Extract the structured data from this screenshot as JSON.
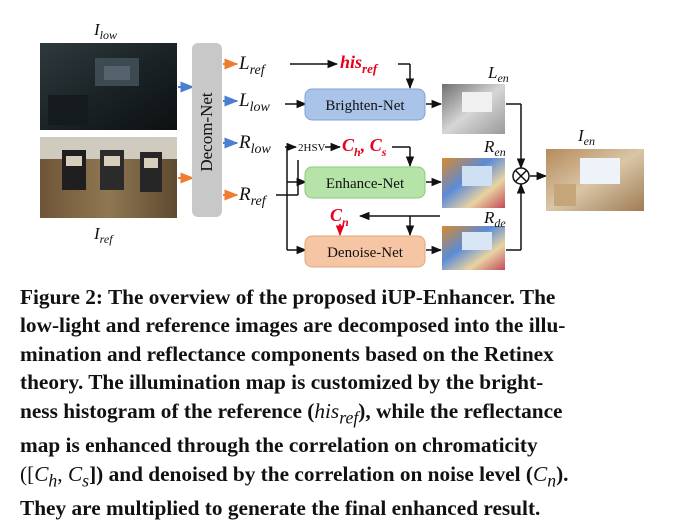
{
  "figure": {
    "inputs": {
      "low_label_main": "I",
      "low_label_sub": "low",
      "ref_label_main": "I",
      "ref_label_sub": "ref"
    },
    "decom_net": {
      "label": "Decom-Net"
    },
    "components": {
      "l_ref": {
        "main": "L",
        "sub": "ref"
      },
      "l_low": {
        "main": "L",
        "sub": "low"
      },
      "r_low": {
        "main": "R",
        "sub": "low"
      },
      "r_ref": {
        "main": "R",
        "sub": "ref"
      }
    },
    "conversion": "2HSV",
    "his_ref": {
      "main": "his",
      "sub": "ref"
    },
    "chroma": {
      "c1": "C",
      "s1": "h",
      "c2": "C",
      "s2": "s"
    },
    "noise": {
      "main": "C",
      "sub": "n"
    },
    "modules": {
      "brighten": "Brighten-Net",
      "enhance": "Enhance-Net",
      "denoise": "Denoise-Net"
    },
    "outputs": {
      "l_en": {
        "main": "L",
        "sub": "en"
      },
      "r_en": {
        "main": "R",
        "sub": "en"
      },
      "r_de": {
        "main": "R",
        "sub": "de"
      },
      "i_en": {
        "main": "I",
        "sub": "en"
      }
    },
    "multiply_symbol": "⊗",
    "colors": {
      "brighten": "#a9c4e8",
      "enhance": "#b5e3a8",
      "denoise": "#f6c6a4",
      "decom": "#c8c8c8",
      "highlight": "#e8001c",
      "arrow_orange": "#ee7d31",
      "arrow_blue": "#4a7fd0"
    }
  },
  "caption": {
    "line1": "Figure 2: The overview of the proposed iUP-Enhancer. The",
    "line2": "low-light and reference images are decomposed into the illu-",
    "line3": "mination and reflectance components based on the Retinex",
    "line4": "theory. The illumination map is customized by the bright-",
    "line5_a": "ness histogram of the reference (",
    "line5_m": "his",
    "line5_s": "ref",
    "line5_b": "), while the reflectance",
    "line6": "map is enhanced through the correlation on chromaticity",
    "line7_a": "([",
    "line7_c1": "C",
    "line7_s1": "h",
    "line7_mid": ", ",
    "line7_c2": "C",
    "line7_s2": "s",
    "line7_b": "]) and denoised by the correlation on noise level (",
    "line7_c3": "C",
    "line7_s3": "n",
    "line7_end": ").",
    "line8": "They are multiplied to generate the final enhanced result."
  }
}
